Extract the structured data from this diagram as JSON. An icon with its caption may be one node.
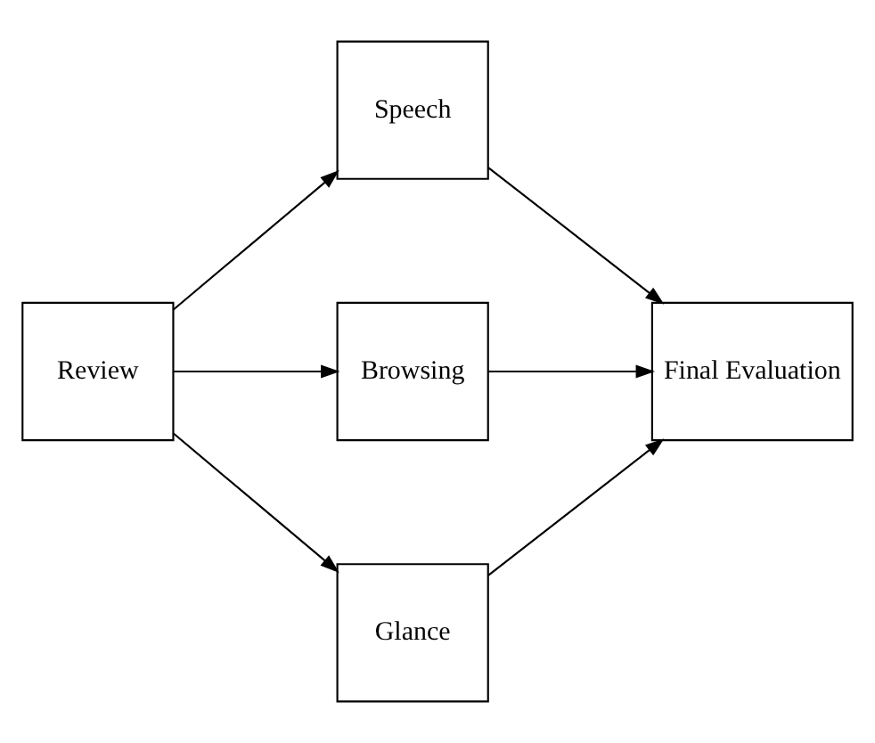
{
  "diagram": {
    "nodes": [
      {
        "text": [
          "Review"
        ]
      },
      {
        "text": [
          "Speech"
        ]
      },
      {
        "text": [
          "Browsing"
        ]
      },
      {
        "text": [
          "Glance"
        ]
      },
      {
        "text": [
          "Final Evaluation"
        ]
      }
    ],
    "edges": [
      {
        "from": 0,
        "to": 1,
        "arrow": "to"
      },
      {
        "from": 0,
        "to": 2,
        "arrow": "to"
      },
      {
        "from": 0,
        "to": 3,
        "arrow": "to"
      },
      {
        "from": 1,
        "to": 4,
        "arrow": "to"
      },
      {
        "from": 2,
        "to": 4,
        "arrow": "to"
      },
      {
        "from": 3,
        "to": 4,
        "arrow": "to"
      }
    ]
  }
}
